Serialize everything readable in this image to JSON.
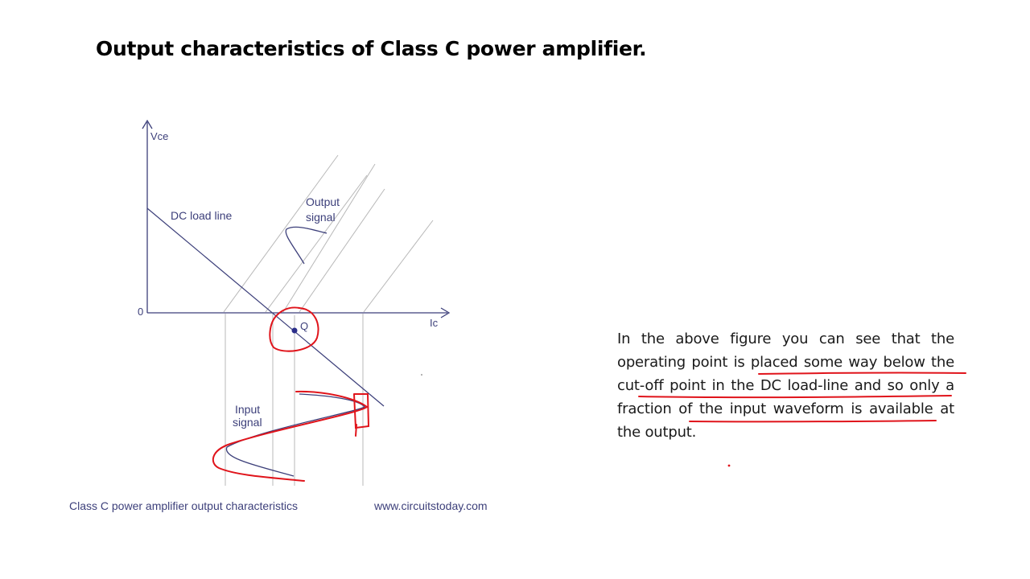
{
  "slide": {
    "title": "Output characteristics of Class C power amplifier.",
    "description": "In the above figure you can see that the operating point is placed some way below the cut-off point in the DC load-line and so only a fraction of the input waveform is available at the output."
  },
  "figure": {
    "axis_y_label": "Vce",
    "axis_x_label": "Ic",
    "origin_label": "0",
    "load_line_label": "DC load line",
    "output_signal_label": [
      "Output",
      "signal"
    ],
    "input_signal_label": [
      "Input",
      "signal"
    ],
    "q_point_label": "Q",
    "caption": "Class C power amplifier  output characteristics",
    "source": "www.circuitstoday.com"
  },
  "colors": {
    "diagram_ink": "#3c3f7a",
    "guide_lines": "#b8b8b8",
    "annotation_red": "#e0141b",
    "text": "#1a1a1a"
  }
}
